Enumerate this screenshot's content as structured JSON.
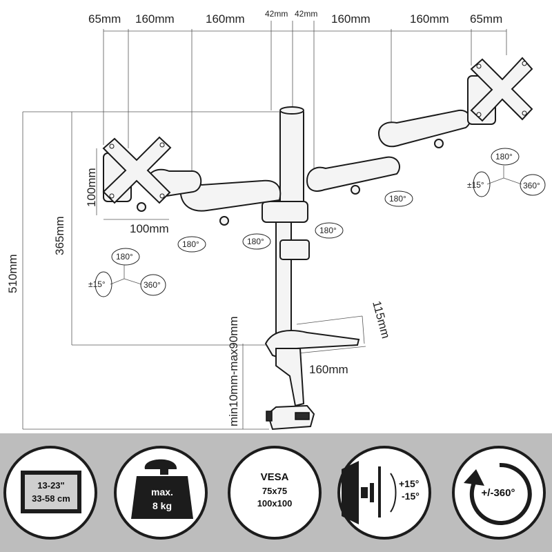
{
  "dimensions": {
    "top": [
      "65mm",
      "160mm",
      "160mm",
      "42mm",
      "42mm",
      "160mm",
      "160mm",
      "65mm"
    ],
    "vesa_h": "100mm",
    "vesa_w": "100mm",
    "height_365": "365mm",
    "height_510": "510mm",
    "clamp_range": "min10mm-max90mm",
    "base_depth": "115mm",
    "base_width": "160mm"
  },
  "rotations": {
    "arm": [
      "180°",
      "180°",
      "180°",
      "180°"
    ],
    "left_tilt": "180°",
    "left_swivel": "±15°",
    "left_rotate": "360°",
    "right_tilt": "180°",
    "right_swivel": "±15°",
    "right_rotate": "360°"
  },
  "badges": {
    "screen_size_line1": "13-23\"",
    "screen_size_line2": "33-58 cm",
    "weight_line1": "max.",
    "weight_line2": "8 kg",
    "vesa_title": "VESA",
    "vesa_line1": "75x75",
    "vesa_line2": "100x100",
    "tilt_plus": "+15°",
    "tilt_minus": "-15°",
    "rotate": "+/-360°"
  },
  "colors": {
    "background": "#ffffff",
    "band": "#bdbdbd",
    "ink": "#1c1c1c"
  }
}
